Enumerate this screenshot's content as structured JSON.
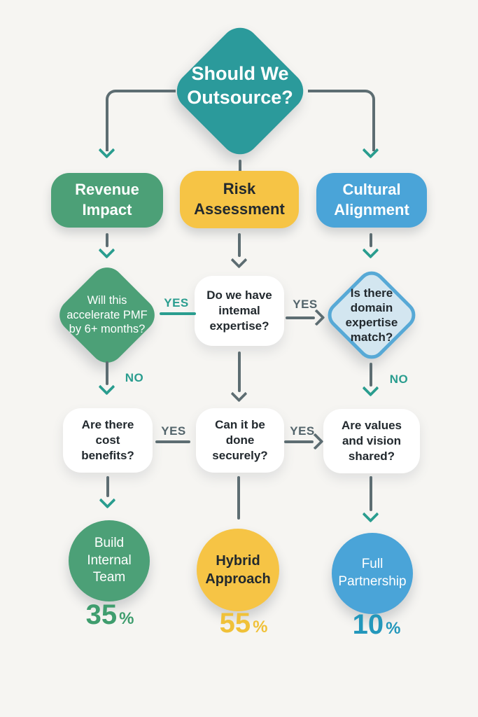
{
  "title": "Should We Outsource?",
  "colors": {
    "root_teal": "#2b9a9b",
    "green": "#4ca077",
    "yellow": "#f6c445",
    "blue": "#4aa4d8",
    "light_blue_fill": "#d3e6f0",
    "light_blue_border": "#57a9d6",
    "arrow_gray": "#5d6d72",
    "label_teal": "#2a9d8f",
    "percent_green": "#3f9d6e",
    "percent_yellow": "#f0c139",
    "percent_blue": "#2397bb",
    "background": "#f6f5f2"
  },
  "columns": [
    {
      "category": "Revenue Impact",
      "question_1": "Will this accelerate PMF by 6+ months?",
      "question_2": "Are there cost benefits?",
      "result": "Build Internal Team",
      "percent_value": "35",
      "percent_symbol": "%"
    },
    {
      "category": "Risk Assessment",
      "question_1": "Do we have intemal expertise?",
      "question_2": "Can it be done securely?",
      "result": "Hybrid Approach",
      "percent_value": "55",
      "percent_symbol": "%"
    },
    {
      "category": "Cultural Alignment",
      "question_1": "Is there domain expertise match?",
      "question_2": "Are values and vision shared?",
      "result": "Full Partnership",
      "percent_value": "10",
      "percent_symbol": "%"
    }
  ],
  "edges": {
    "yes_revenue_to_risk": "YES",
    "yes_risk_to_cultural": "YES",
    "no_revenue": "NO",
    "no_cultural": "NO",
    "yes_cost_to_secure": "YES",
    "yes_secure_to_values": "YES"
  }
}
